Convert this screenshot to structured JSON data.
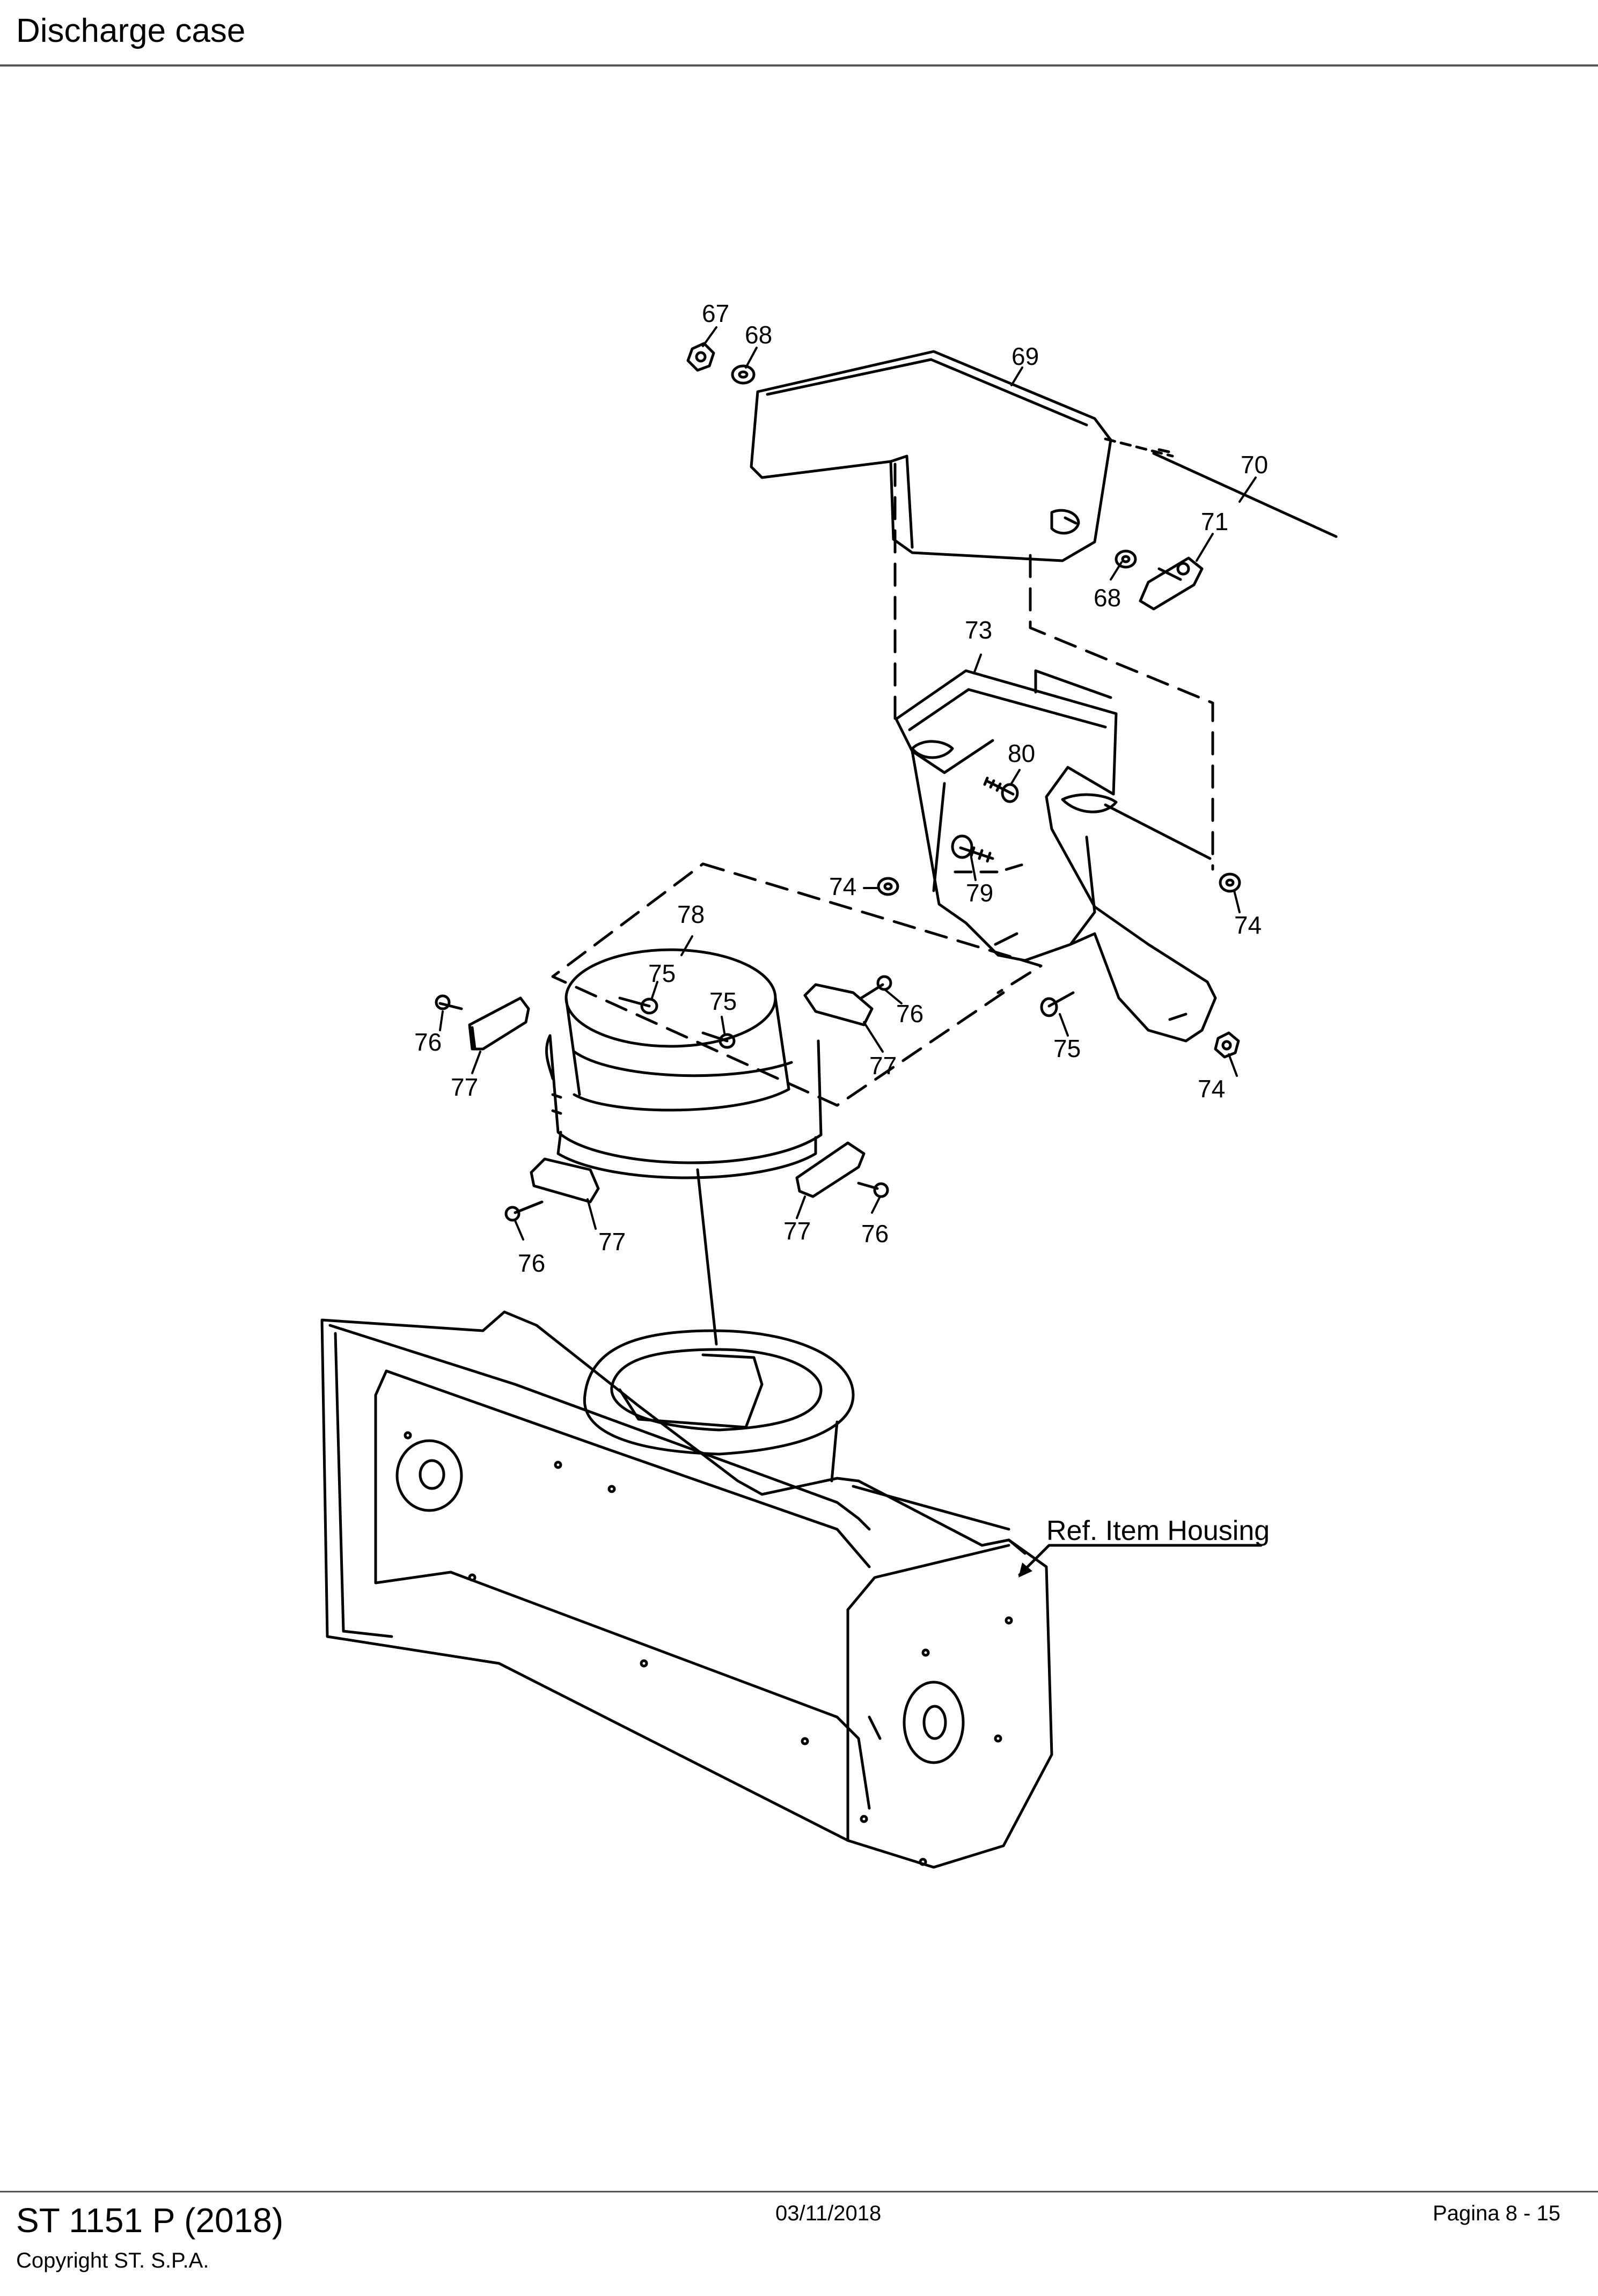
{
  "header": {
    "title": "Discharge case"
  },
  "diagram": {
    "callouts": {
      "c67": "67",
      "c68a": "68",
      "c69": "69",
      "c70": "70",
      "c71": "71",
      "c68b": "68",
      "c73": "73",
      "c80": "80",
      "c79": "79",
      "c74a": "74",
      "c74b": "74",
      "c74c": "74",
      "c78": "78",
      "c75a": "75",
      "c75b": "75",
      "c75c": "75",
      "c76a": "76",
      "c77a": "77",
      "c76b": "76",
      "c77b": "77",
      "c77c": "77",
      "c76c": "76",
      "c77d": "77",
      "c76d": "76"
    },
    "reference": "Ref. Item Housing"
  },
  "footer": {
    "model": "ST 1151 P (2018)",
    "copyright": "Copyright ST. S.P.A.",
    "date": "03/11/2018",
    "page": "Pagina 8 - 15"
  }
}
